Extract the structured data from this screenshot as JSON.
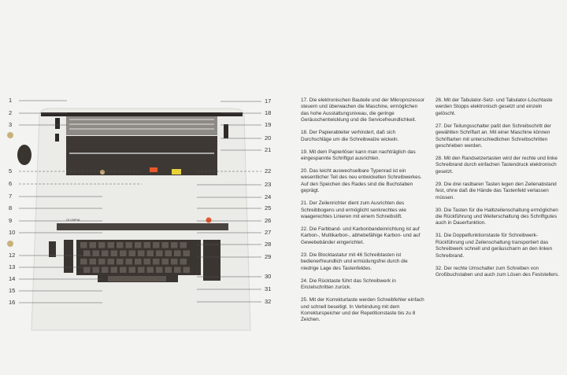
{
  "diagram": {
    "brand": "OLYMPIA",
    "left_callouts": [
      "1",
      "2",
      "3",
      "5",
      "6",
      "7",
      "8",
      "9",
      "10",
      "12",
      "13",
      "14",
      "15",
      "16"
    ],
    "right_callouts": [
      "17",
      "18",
      "19",
      "20",
      "21",
      "22",
      "23",
      "24",
      "25",
      "26",
      "27",
      "28",
      "29",
      "30",
      "31",
      "32"
    ]
  },
  "descriptions": {
    "column1": [
      "17. Die elektronischen Bauteile und der Mikroprozessor steuern und überwachen die Maschine, ermöglichen das hohe Ausstattungsniveau, die geringe Geräuschentwicklung und die Servicefreundlichkeit.",
      "18. Der Papierableiter verhindert, daß sich Durchschläge um die Schreibwalze wickeln.",
      "19. Mit dem Papierlöser kann man nachträglich das eingespannte Schriftgut ausrichten.",
      "20. Das leicht auswechselbare Typenrad ist ein wesentlicher Teil des neu entwickelten Schreibwerkes. Auf den Speichen des Rades sind die Buchstaben geprägt.",
      "21. Der Zeilenrichter dient zum Ausrichten des Schreibbogens und ermöglicht senkrechtes wie waagerechtes Linieren mit einem Schreibstift.",
      "22. Die Farbband- und Karbonbandeinrichtung ist auf Karbon-, Multikarbon-, abhebefähige Karbon- und auf Gewebebänder eingerichtet.",
      "23. Die Blocktastatur mit 46 Schreibtasten ist bedienerfreundlich und ermüdungsfrei durch die niedrige Lage des Tastenfeldes.",
      "24. Die Rücktaste führt das Schreibwerk in Einzelschritten zurück.",
      "25. Mit der Korrekturtaste werden Schreibfehler einfach und schnell beseitigt. In Verbindung mit dem Korrekturspeicher und der Repetitionstaste bis zu 8 Zeichen."
    ],
    "column2": [
      "26. Mit der Tabulator-Setz- und Tabulator-Löschtaste werden Stopps elektronisch gesetzt und einzeln gelöscht.",
      "27. Der Teilungsschalter paßt den Schreibschritt der gewählten Schriftart an. Mit einer Maschine können Schriftarten mit unterschiedlichen Schreibschritten geschrieben werden.",
      "28. Mit den Randsetzertasten wird der rechte und linke Schreibrand durch einfachen Tastendruck elektronisch gesetzt.",
      "29. Die drei rastbaren Tasten legen den Zeilenabstand fest, ohne daß die Hände das Tastenfeld verlassen müssen.",
      "30. Die Tasten für die Halbzeilenschaltung ermöglichen die Rückführung und Weiterschaltung des Schriftgutes auch in Dauerfunktion.",
      "31. Die Doppelfunktionstaste für Schreibwerk-Rückführung und Zeilenschaltung transportiert das Schreibwerk schnell und geräuscharm an den linken Schreibrand.",
      "32. Der rechte Umschalter zum Schreiben von Großbuchstaben und auch zum Lösen des Feststellers."
    ]
  },
  "colors": {
    "body": "#e9e9e6",
    "dark": "#3b3531",
    "accent_orange": "#e8582a",
    "accent_yellow": "#e8d23a",
    "knob": "#c8b27a"
  }
}
